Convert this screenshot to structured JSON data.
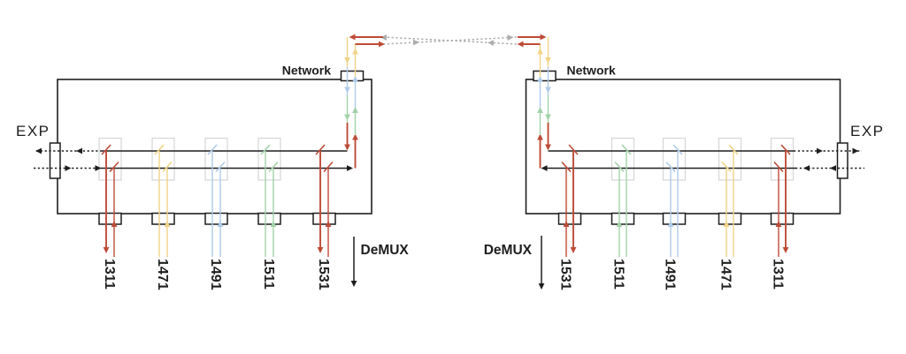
{
  "colors": {
    "red": "#BE4B37",
    "yellow": "#EFD387",
    "blue": "#AECBE8",
    "green": "#A2D2A8",
    "link-gray": "#ADADAD",
    "box-gray": "#D8D8D8",
    "ink": "#1E1E1E",
    "bg": "#FFFFFF"
  },
  "left": {
    "network_label": "Network",
    "exp_label": "EXP",
    "demux_label": "DeMUX",
    "ports": [
      {
        "label": "1311",
        "color": "red"
      },
      {
        "label": "1471",
        "color": "yellow"
      },
      {
        "label": "1491",
        "color": "blue"
      },
      {
        "label": "1511",
        "color": "green"
      },
      {
        "label": "1531",
        "color": "red"
      }
    ]
  },
  "right": {
    "network_label": "Network",
    "exp_label": "EXP",
    "demux_label": "DeMUX",
    "ports": [
      {
        "label": "1531",
        "color": "red"
      },
      {
        "label": "1511",
        "color": "green"
      },
      {
        "label": "1491",
        "color": "blue"
      },
      {
        "label": "1471",
        "color": "yellow"
      },
      {
        "label": "1311",
        "color": "red"
      }
    ]
  }
}
